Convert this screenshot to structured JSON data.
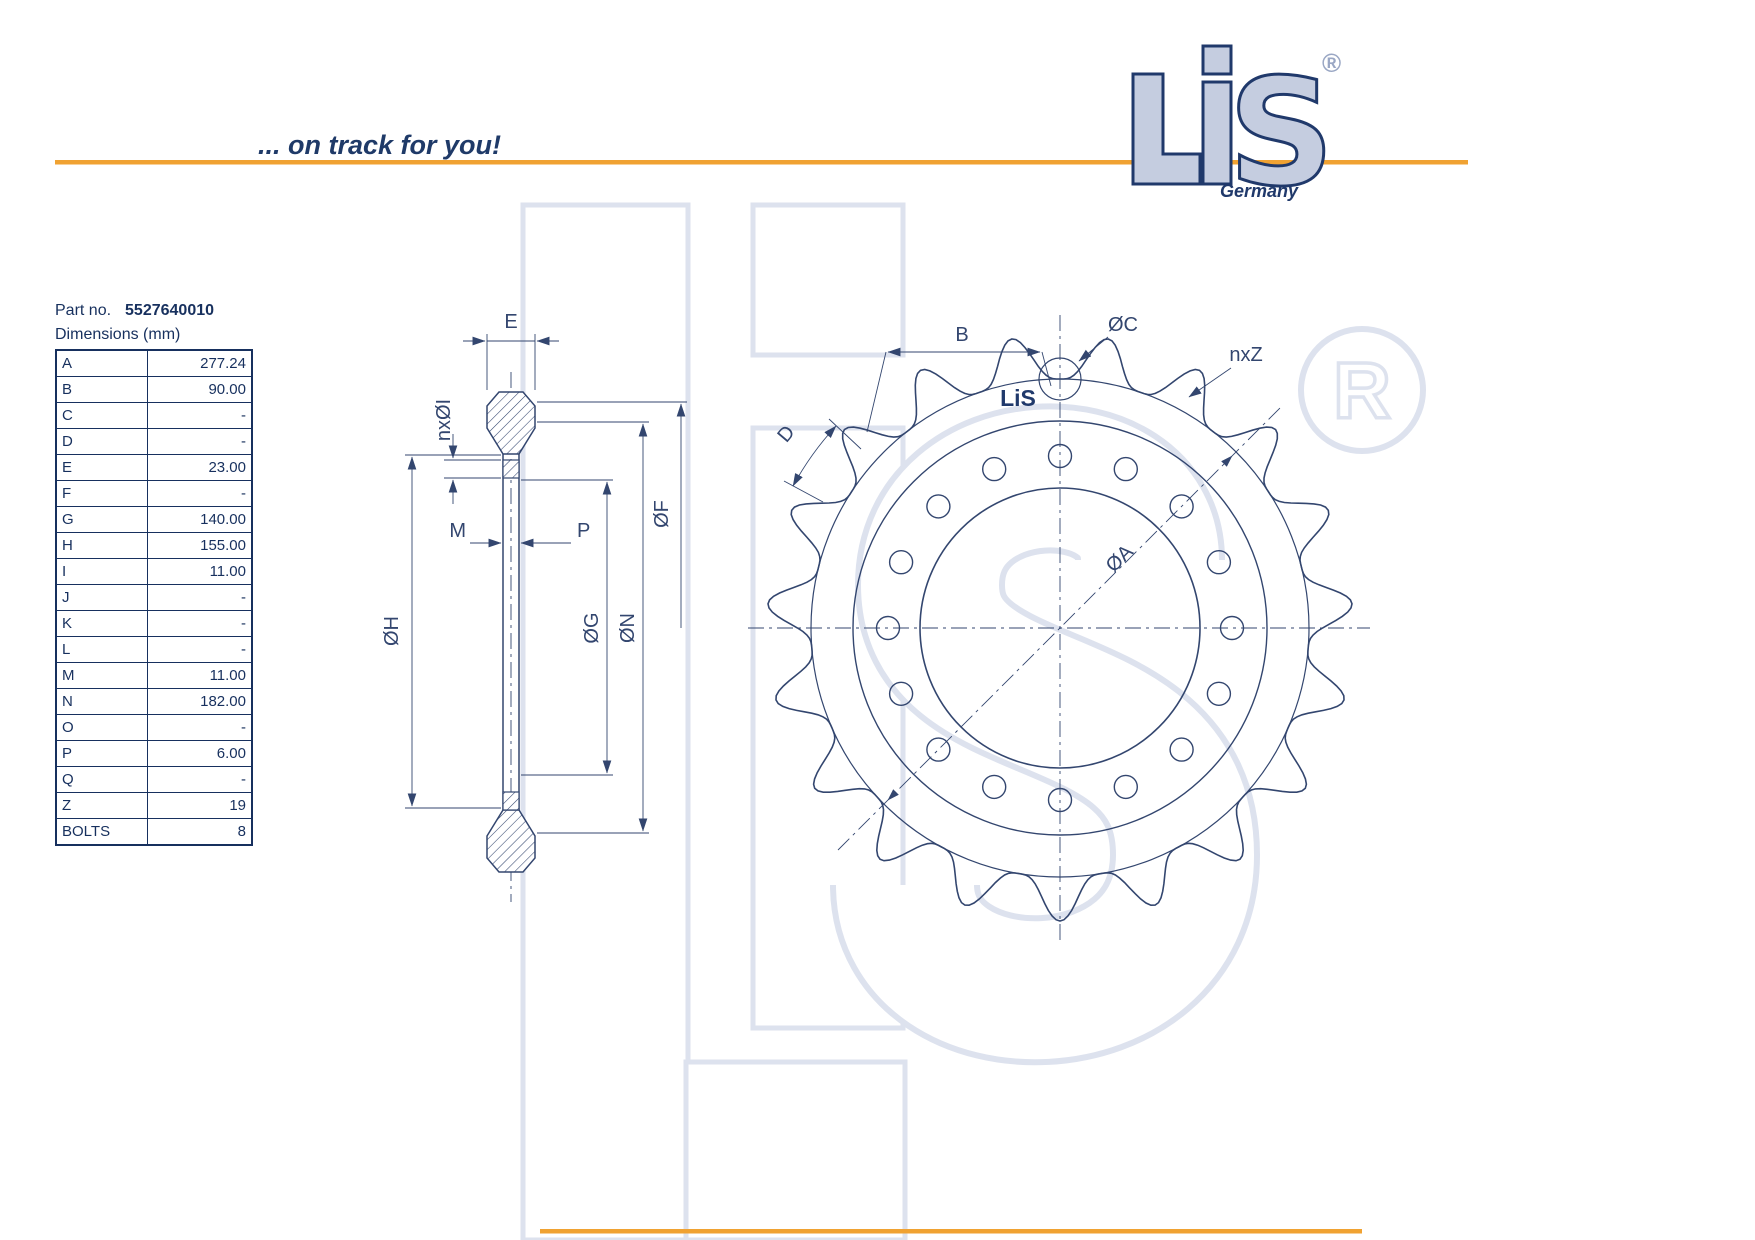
{
  "header": {
    "tagline": "... on track for you!",
    "logo": {
      "name": "LiS",
      "s_letter": "S",
      "registered": "®",
      "country": "Germany"
    }
  },
  "part": {
    "label": "Part no.",
    "number": "5527640010",
    "dimensions_label": "Dimensions (mm)"
  },
  "dimensions": {
    "rows": [
      {
        "key": "A",
        "value": "277.24"
      },
      {
        "key": "B",
        "value": "90.00"
      },
      {
        "key": "C",
        "value": "-"
      },
      {
        "key": "D",
        "value": "-"
      },
      {
        "key": "E",
        "value": "23.00"
      },
      {
        "key": "F",
        "value": "-"
      },
      {
        "key": "G",
        "value": "140.00"
      },
      {
        "key": "H",
        "value": "155.00"
      },
      {
        "key": "I",
        "value": "11.00"
      },
      {
        "key": "J",
        "value": "-"
      },
      {
        "key": "K",
        "value": "-"
      },
      {
        "key": "L",
        "value": "-"
      },
      {
        "key": "M",
        "value": "11.00"
      },
      {
        "key": "N",
        "value": "182.00"
      },
      {
        "key": "O",
        "value": "-"
      },
      {
        "key": "P",
        "value": "6.00"
      },
      {
        "key": "Q",
        "value": "-"
      },
      {
        "key": "Z",
        "value": "19"
      },
      {
        "key": "BOLTS",
        "value": "8"
      }
    ]
  },
  "drawing": {
    "labels": {
      "E": "E",
      "nxI": "nxØI",
      "M": "M",
      "P": "P",
      "H": "ØH",
      "G": "ØG",
      "N": "ØN",
      "F": "ØF",
      "B": "B",
      "C": "ØC",
      "nxZ": "nxZ",
      "D": "D",
      "A": "ØA"
    },
    "teeth_shown": 19,
    "holes_shown": 16,
    "logo_mark": "LiS"
  },
  "watermark": {
    "registered_letter": "R"
  },
  "colors": {
    "accent_orange": "#f0a232",
    "line_navy": "#33466f",
    "text_navy": "#17305e",
    "logo_fill": "#c5cde0",
    "watermark_grey": "#dde2ee"
  }
}
